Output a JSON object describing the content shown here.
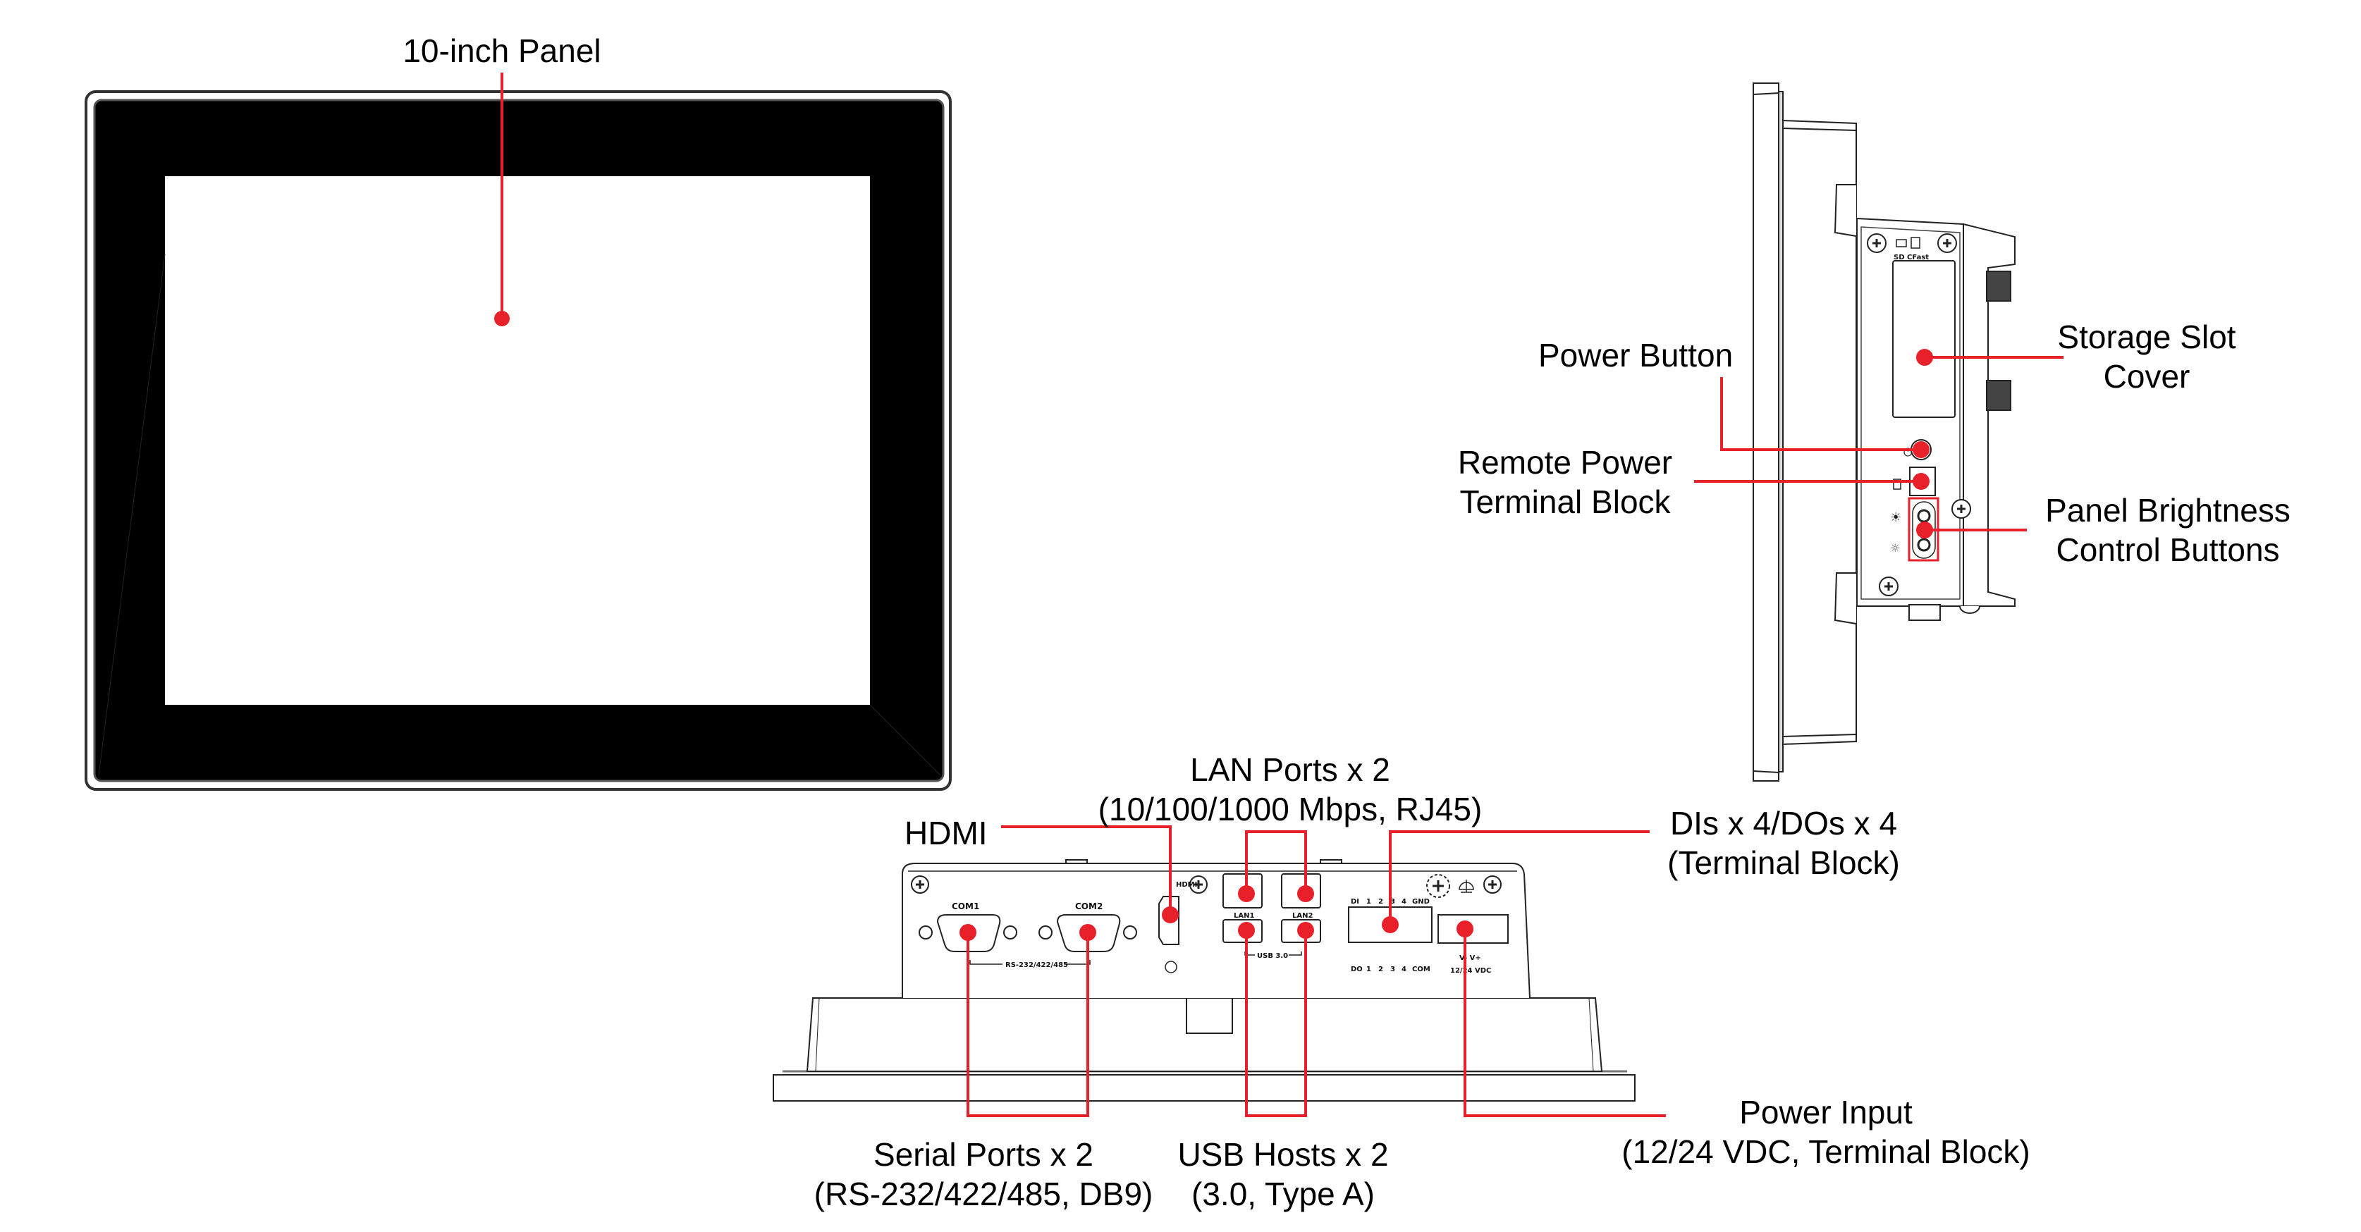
{
  "title": "10-inch panel computer hardware overview",
  "colors": {
    "callout": "#e8202a",
    "outline": "#222222",
    "bezel": "#000000",
    "screen": "#ffffff"
  },
  "views": {
    "front": {
      "callouts": [
        {
          "id": "panel",
          "lines": [
            "10-inch Panel"
          ]
        }
      ]
    },
    "side": {
      "port_markings": {
        "sd": "SD",
        "cfast": "CFast"
      },
      "icons": [
        "power-symbol-icon",
        "remote-terminal-icon",
        "brightness-up-icon",
        "brightness-down-icon"
      ],
      "callouts": [
        {
          "id": "storage",
          "lines": [
            "Storage Slot",
            "Cover"
          ]
        },
        {
          "id": "power_button",
          "lines": [
            "Power Button"
          ]
        },
        {
          "id": "remote_power",
          "lines": [
            "Remote Power",
            "Terminal Block"
          ]
        },
        {
          "id": "brightness",
          "lines": [
            "Panel Brightness",
            "Control Buttons"
          ]
        }
      ]
    },
    "bottom": {
      "port_markings": {
        "com1": "COM1",
        "com2": "COM2",
        "serial_group": "RS-232/422/485",
        "hdmi": "HDMI",
        "lan1": "LAN1",
        "lan2": "LAN2",
        "usb_group": "USB 3.0",
        "di_row": [
          "DI",
          "1",
          "2",
          "3",
          "4",
          "GND"
        ],
        "do_row": [
          "DO",
          "1",
          "2",
          "3",
          "4",
          "COM"
        ],
        "power_pins": "V-  V+",
        "power_rating": "12/24 VDC"
      },
      "callouts": [
        {
          "id": "hdmi",
          "lines": [
            "HDMI"
          ]
        },
        {
          "id": "lan",
          "lines": [
            "LAN Ports x 2",
            "(10/100/1000 Mbps, RJ45)"
          ]
        },
        {
          "id": "dio",
          "lines": [
            "DIs x 4/DOs x 4",
            "(Terminal Block)"
          ]
        },
        {
          "id": "serial",
          "lines": [
            "Serial Ports x 2",
            "(RS-232/422/485, DB9)"
          ]
        },
        {
          "id": "usb",
          "lines": [
            "USB Hosts x 2",
            "(3.0, Type A)"
          ]
        },
        {
          "id": "power_input",
          "lines": [
            "Power Input",
            "(12/24 VDC, Terminal Block)"
          ]
        }
      ]
    }
  }
}
